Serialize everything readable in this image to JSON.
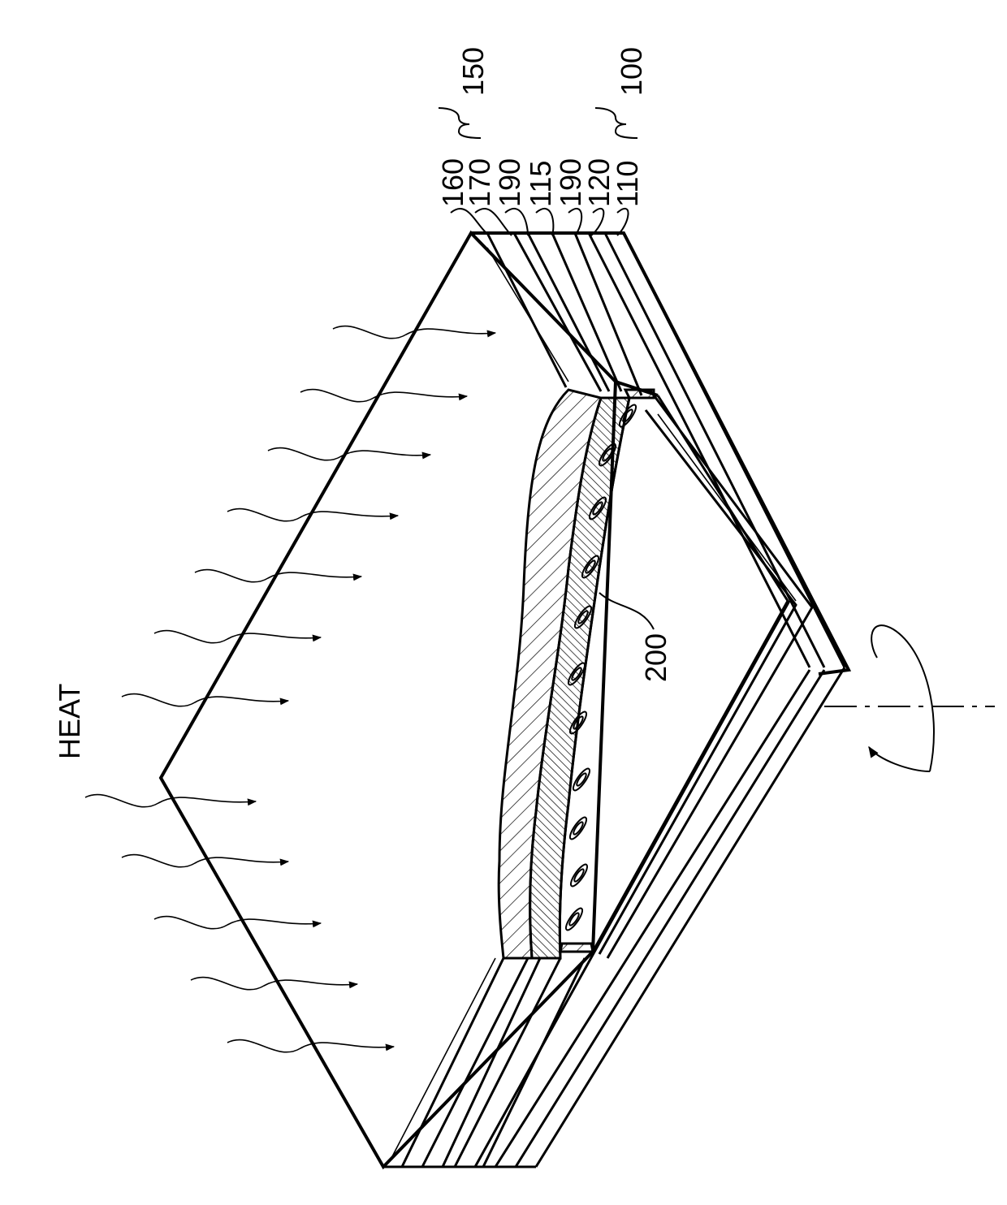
{
  "figure": {
    "heat_label": "HEAT",
    "labels": {
      "l160": "160",
      "l170": "170",
      "l190a": "190",
      "l115": "115",
      "l190b": "190",
      "l120": "120",
      "l110": "110",
      "l150": "150",
      "l100": "100",
      "l200": "200"
    }
  }
}
